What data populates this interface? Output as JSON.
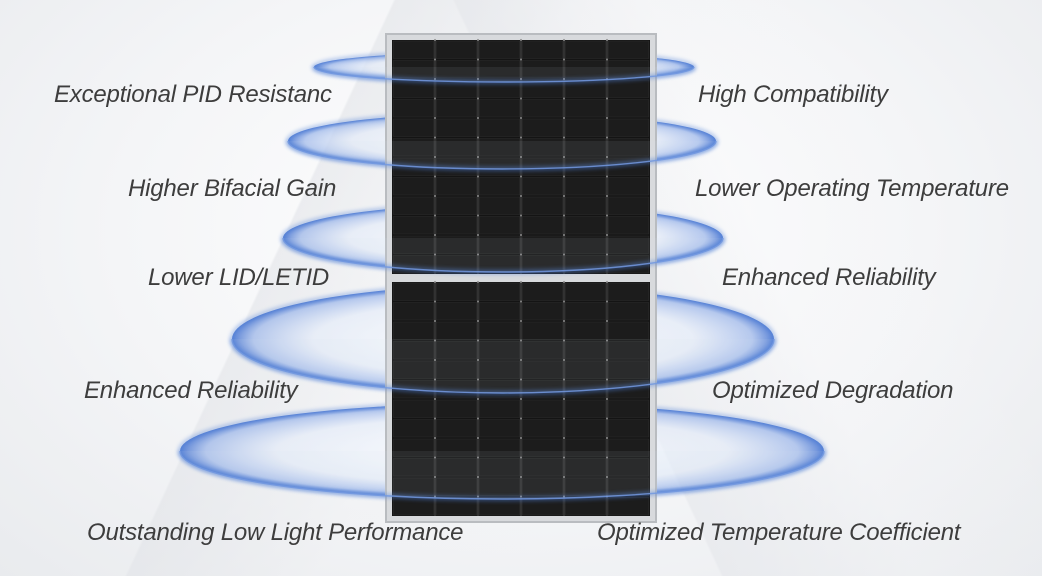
{
  "features": {
    "left": [
      "Exceptional PID Resistanc",
      "Higher Bifacial Gain",
      "Lower LID/LETID",
      "Enhanced Reliability",
      "Outstanding Low Light Performance"
    ],
    "right": [
      "High Compatibility",
      "Lower Operating Temperature",
      "Enhanced Reliability",
      "Optimized Degradation",
      "Optimized Temperature Coefficient"
    ]
  },
  "colors": {
    "ring_glow": "#4f7fd6",
    "ring_fill": "#cfdcf4",
    "panel_cell": "#141414",
    "panel_frame": "#c9cbce",
    "text": "#3d3d3d"
  }
}
